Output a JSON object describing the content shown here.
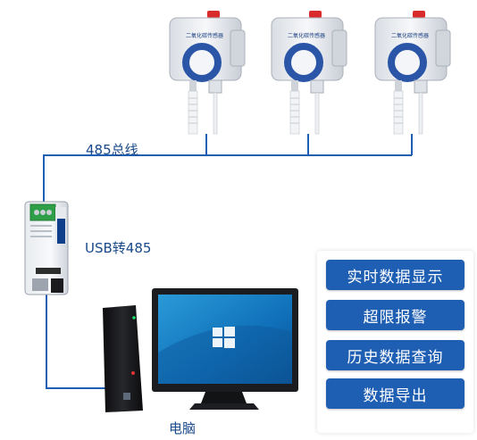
{
  "bus_label": "485总线",
  "converter_label": "USB转485",
  "computer_label": "电脑",
  "sensor_face_text": "二氧化碳传感器",
  "sensor_count": 3,
  "features": [
    {
      "label": "实时数据显示"
    },
    {
      "label": "超限报警"
    },
    {
      "label": "历史数据查询"
    },
    {
      "label": "数据导出"
    }
  ],
  "colors": {
    "wire": "#1f5fb3",
    "accent": "#1f5fb3",
    "label_text": "#1a4a8a",
    "sensor_ring": "#2b56a8",
    "screen": "#1a7fc4"
  },
  "icons": [
    "windows-logo-icon"
  ]
}
